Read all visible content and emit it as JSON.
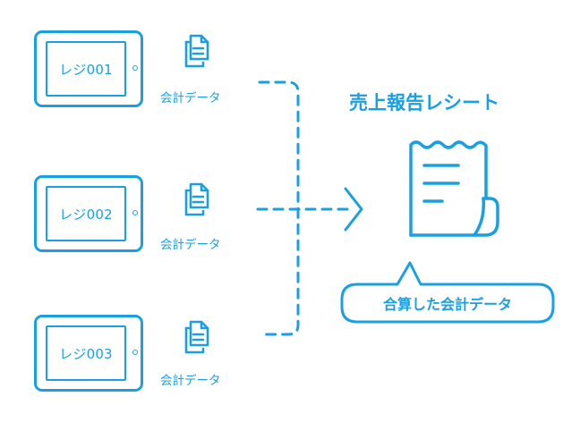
{
  "accent_color": "#1aa0e0",
  "registers": [
    {
      "name": "レジ001",
      "data_label": "会計データ"
    },
    {
      "name": "レジ002",
      "data_label": "会計データ"
    },
    {
      "name": "レジ003",
      "data_label": "会計データ"
    }
  ],
  "report_title": "売上報告レシート",
  "aggregate_label": "合算した会計データ"
}
